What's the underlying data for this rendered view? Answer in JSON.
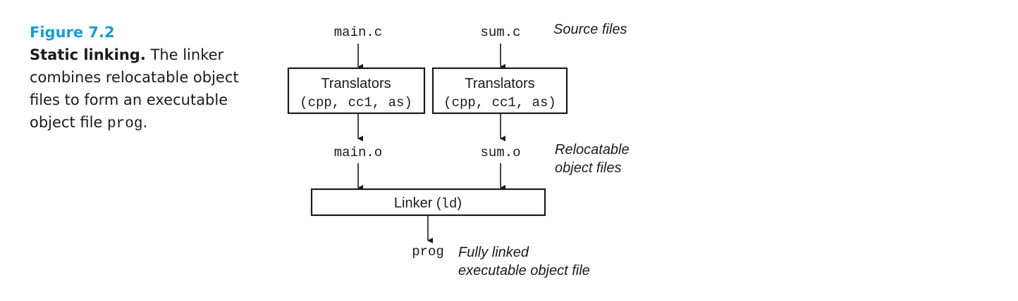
{
  "caption": {
    "figure_label": "Figure 7.2",
    "title": "Static linking.",
    "text": " The linker combines relocatable object files to form an executable object file ",
    "code_term": "prog",
    "end": "."
  },
  "diagram": {
    "sources": [
      "main.c",
      "sum.c"
    ],
    "source_note": "Source files",
    "translator_title": "Translators",
    "translator_cmd": "(cpp, cc1, as)",
    "objects": [
      "main.o",
      "sum.o"
    ],
    "object_note_line1": "Relocatable",
    "object_note_line2": "object files",
    "linker_label": "Linker (",
    "linker_code": "ld",
    "linker_close": ")",
    "output": "prog",
    "output_note_line1": "Fully linked",
    "output_note_line2": "executable object file"
  }
}
